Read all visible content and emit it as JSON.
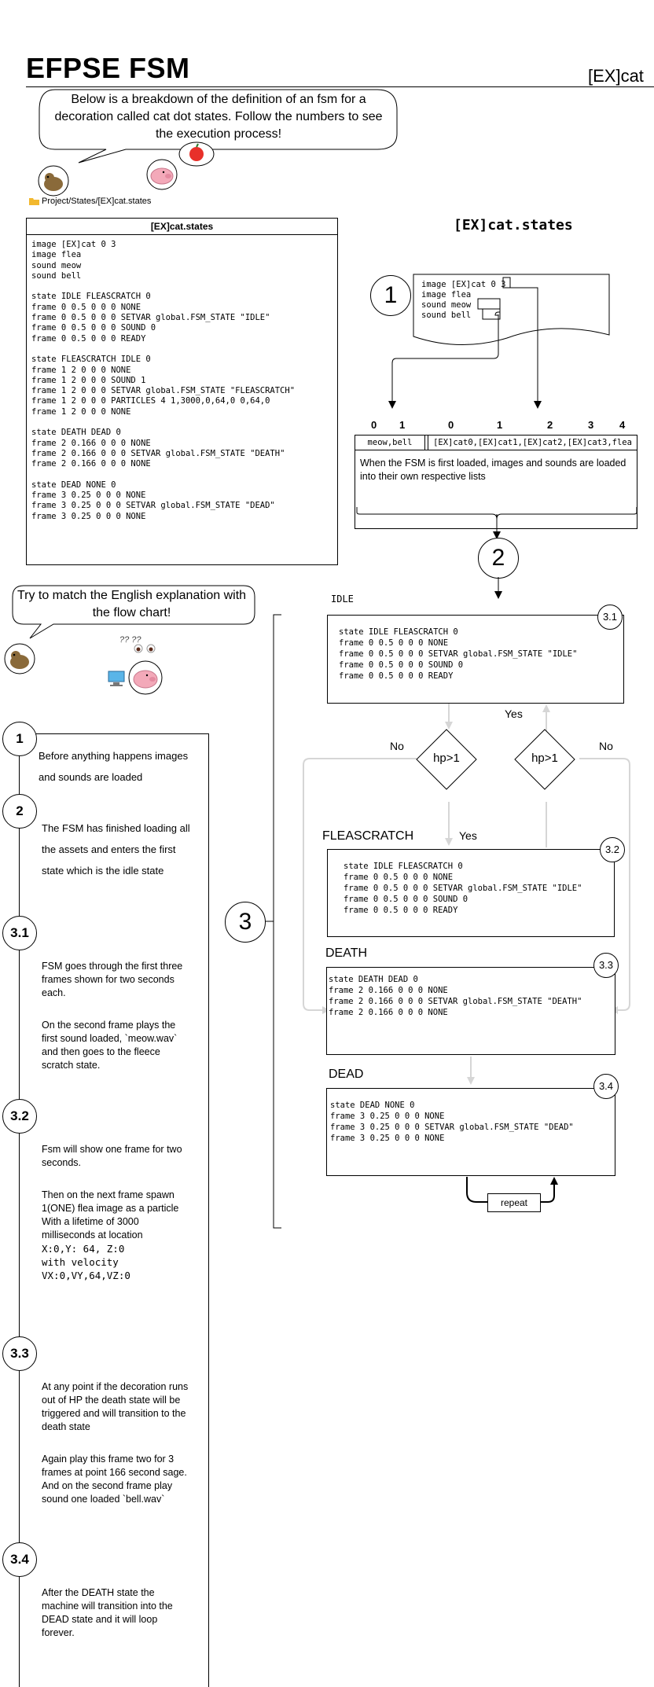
{
  "page": {
    "title": "EFPSE FSM",
    "subtitle": "[EX]cat"
  },
  "intro_bubble": "Below is a breakdown of the definition of an fsm for a decoration called cat dot states. Follow the numbers to see the execution process!",
  "path_breadcrumb": "Project/States/[EX]cat.states",
  "code_panel": {
    "header": "[EX]cat.states",
    "lines": [
      "image [EX]cat 0 3",
      "image flea",
      "sound meow",
      "sound bell",
      "",
      "state IDLE FLEASCRATCH 0",
      "frame 0 0.5 0 0 0 NONE",
      "frame 0 0.5 0 0 0 SETVAR global.FSM_STATE \"IDLE\"",
      "frame 0 0.5 0 0 0 SOUND 0",
      "frame 0 0.5 0 0 0 READY",
      "",
      "state FLEASCRATCH IDLE 0",
      "frame 1 2 0 0 0 NONE",
      "frame 1 2 0 0 0 SOUND 1",
      "frame 1 2 0 0 0 SETVAR global.FSM_STATE \"FLEASCRATCH\"",
      "frame 1 2 0 0 0 PARTICLES 4 1,3000,0,64,0 0,64,0",
      "frame 1 2 0 0 0 NONE",
      "",
      "state DEATH DEAD 0",
      "frame 2 0.166 0 0 0 NONE",
      "frame 2 0.166 0 0 0 SETVAR global.FSM_STATE \"DEATH\"",
      "frame 2 0.166 0 0 0 NONE",
      "",
      "state DEAD NONE 0",
      "frame 3 0.25 0 0 0 NONE",
      "frame 3 0.25 0 0 0 SETVAR global.FSM_STATE \"DEAD\"",
      "frame 3 0.25 0 0 0 NONE"
    ]
  },
  "file_diagram": {
    "title": "[EX]cat.states",
    "step": "1",
    "doc_lines": [
      "image [EX]cat 0 3",
      "image flea",
      "sound meow",
      "sound bell"
    ],
    "index_sounds": [
      "0",
      "1"
    ],
    "index_images": [
      "0",
      "1",
      "2",
      "3",
      "4"
    ],
    "sounds_list": "meow,bell",
    "images_list": "[EX]cat0,[EX]cat1,[EX]cat2,[EX]cat3,flea",
    "note": "When the FSM is first loaded, images and sounds are loaded into their own respective lists",
    "step2": "2"
  },
  "match_bubble": "Try to match the English explanation with the flow chart!",
  "question_marks": "?? ??",
  "explanations": [
    {
      "num": "1",
      "paras": [
        "Before anything happens images and sounds are loaded"
      ]
    },
    {
      "num": "2",
      "paras": [
        "The FSM has finished loading all the assets and enters the first state which is the idle state"
      ]
    },
    {
      "num": "3.1",
      "paras": [
        "FSM goes through the first three frames shown for two seconds each.",
        "On the second frame plays the first sound loaded, `meow.wav`\nand then goes to the fleece scratch state."
      ]
    },
    {
      "num": "3.2",
      "paras": [
        "Fsm will show one frame for two seconds.",
        "Then on the next frame spawn 1(ONE) flea image as a particle With a lifetime of 3000 milliseconds at location",
        "X:0,Y: 64, Z:0\nwith velocity\nVX:0,VY,64,VZ:0"
      ]
    },
    {
      "num": "3.3",
      "paras": [
        "At any point if the decoration runs out of HP the death state will be triggered and will transition to the death state",
        "Again play this frame two for 3 frames at point 166 second sage. And on the second frame play sound one loaded `bell.wav`"
      ]
    },
    {
      "num": "3.4",
      "paras": [
        "After the DEATH state the machine will transition into the DEAD state and it will loop forever."
      ]
    }
  ],
  "flow": {
    "step": "3",
    "idle": {
      "label": "IDLE",
      "num": "3.1",
      "lines": [
        "state IDLE FLEASCRATCH 0",
        "frame 0 0.5 0 0 0 NONE",
        "frame 0 0.5 0 0 0 SETVAR global.FSM_STATE \"IDLE\"",
        "frame 0 0.5 0 0 0 SOUND 0",
        "frame 0 0.5 0 0 0 READY"
      ]
    },
    "decision_left": "hp>1",
    "decision_right": "hp>1",
    "yes_top": "Yes",
    "yes_mid": "Yes",
    "no_left": "No",
    "no_right": "No",
    "fleascratch": {
      "label": "FLEASCRATCH",
      "num": "3.2",
      "lines": [
        "state IDLE FLEASCRATCH 0",
        "frame 0 0.5 0 0 0 NONE",
        "frame 0 0.5 0 0 0 SETVAR global.FSM_STATE \"IDLE\"",
        "frame 0 0.5 0 0 0 SOUND 0",
        "frame 0 0.5 0 0 0 READY"
      ]
    },
    "death": {
      "label": "DEATH",
      "num": "3.3",
      "lines": [
        "state DEATH DEAD 0",
        "frame 2 0.166 0 0 0 NONE",
        "frame 2 0.166 0 0 0 SETVAR global.FSM_STATE \"DEATH\"",
        "frame 2 0.166 0 0 0 NONE"
      ]
    },
    "dead": {
      "label": "DEAD",
      "num": "3.4",
      "lines": [
        "state DEAD NONE 0",
        "frame 3 0.25 0 0 0 NONE",
        "frame 3 0.25 0 0 0 SETVAR global.FSM_STATE \"DEAD\"",
        "frame 3 0.25 0 0 0 NONE"
      ]
    },
    "repeat": "repeat"
  },
  "colors": {
    "pig": "#f3a9b9",
    "apple": "#e8302a",
    "folder": "#f2b82e",
    "dog": "#8a6a3a",
    "light_arrow": "#d6d6d6"
  }
}
